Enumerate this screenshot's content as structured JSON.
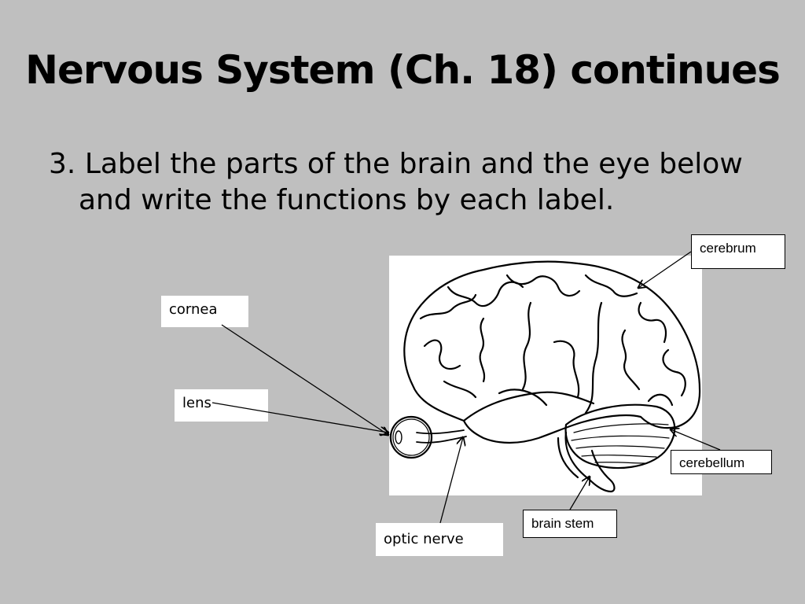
{
  "slide": {
    "title": "Nervous System (Ch. 18) continues",
    "instruction_number": "3.",
    "instruction_line1": "Label the parts of the brain and the eye below",
    "instruction_line2": "and write the functions by each label."
  },
  "labels": {
    "cerebrum": "cerebrum",
    "cornea": "cornea",
    "lens": "lens",
    "cerebellum": "cerebellum",
    "brain_stem": "brain stem",
    "optic_nerve": "optic nerve"
  },
  "colors": {
    "background": "#bfbfbf",
    "panel": "#ffffff",
    "ink": "#000000"
  }
}
